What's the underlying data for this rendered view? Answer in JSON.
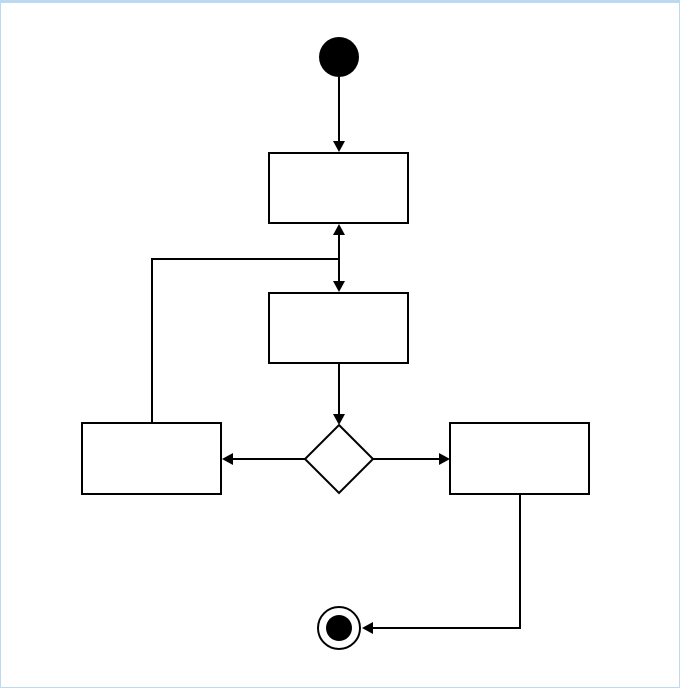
{
  "diagram": {
    "type": "activity",
    "nodes": [
      {
        "id": "start",
        "kind": "initial"
      },
      {
        "id": "activity-1",
        "kind": "action",
        "label": ""
      },
      {
        "id": "activity-2",
        "kind": "action",
        "label": ""
      },
      {
        "id": "decision",
        "kind": "decision"
      },
      {
        "id": "activity-left",
        "kind": "action",
        "label": ""
      },
      {
        "id": "activity-right",
        "kind": "action",
        "label": ""
      },
      {
        "id": "end",
        "kind": "final"
      }
    ],
    "edges": [
      {
        "from": "start",
        "to": "activity-1"
      },
      {
        "from": "activity-1",
        "to": "activity-2"
      },
      {
        "from": "activity-2",
        "to": "decision"
      },
      {
        "from": "decision",
        "to": "activity-left"
      },
      {
        "from": "decision",
        "to": "activity-right"
      },
      {
        "from": "activity-left",
        "to": "activity-1"
      },
      {
        "from": "activity-right",
        "to": "end"
      }
    ],
    "colors": {
      "stroke": "#000000",
      "fill": "#ffffff",
      "frame": "#bcd9f2"
    }
  }
}
